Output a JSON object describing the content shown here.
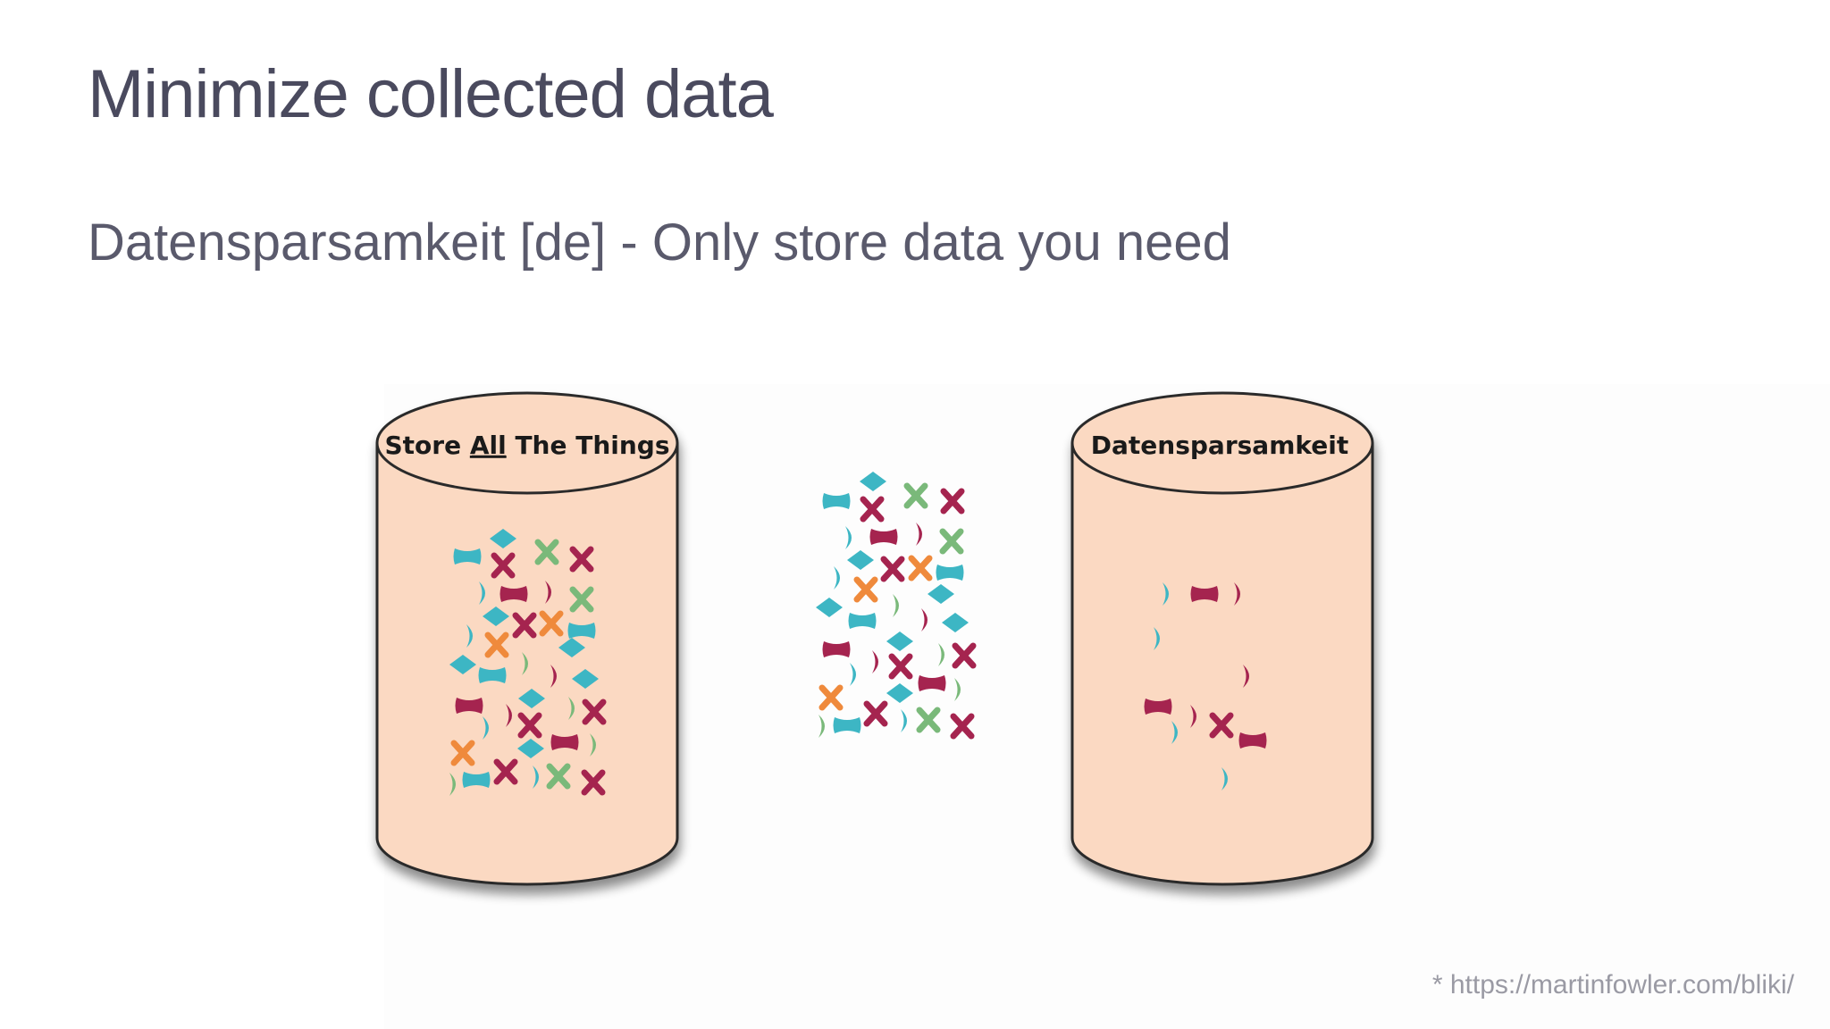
{
  "slide": {
    "title": "Minimize collected data",
    "subtitle": "Datensparsamkeit [de] - Only store data you need",
    "footnote": "* https://martinfowler.com/bliki/"
  },
  "diagram": {
    "left_db": {
      "label_pre": "Store ",
      "label_em": "All",
      "label_post": " The Things"
    },
    "right_db": {
      "label": "Datensparsamkeit"
    },
    "colors": {
      "teal": "#3db6c4",
      "crimson": "#a5244f",
      "green": "#7ab97a",
      "orange": "#ef8a3c",
      "cylinder_fill": "#fbd9c2",
      "cylinder_stroke": "#2b2b2b"
    },
    "shape_kinds": [
      "diamond-icon",
      "bowtie-icon",
      "x-mark-icon",
      "crescent-icon"
    ]
  }
}
